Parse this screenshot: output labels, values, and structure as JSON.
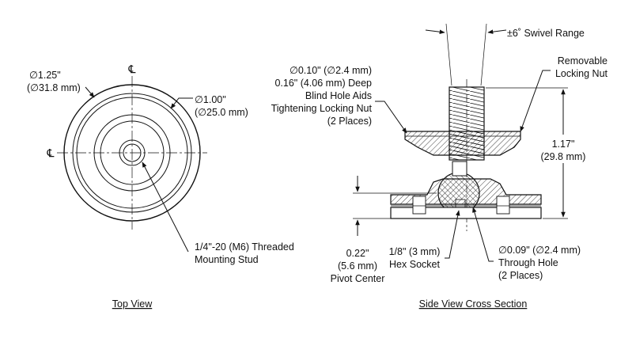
{
  "top_view": {
    "title": "Top View",
    "centerline_symbol": "℄",
    "dia_outer_in": "∅1.25\"",
    "dia_outer_mm": "(∅31.8 mm)",
    "dia_inner_in": "∅1.00\"",
    "dia_inner_mm": "(∅25.0 mm)",
    "stud_line1": "1/4\"-20 (M6) Threaded",
    "stud_line2": "Mounting Stud"
  },
  "side_view": {
    "title": "Side View Cross Section",
    "swivel": "±6˚ Swivel Range",
    "nut_line1": "Removable",
    "nut_line2": "Locking Nut",
    "hole_line1": "∅0.10\" (∅2.4 mm)",
    "hole_line2": "0.16\" (4.06 mm) Deep",
    "hole_line3": "Blind Hole Aids",
    "hole_line4": "Tightening Locking Nut",
    "hole_line5": "(2 Places)",
    "height_in": "1.17\"",
    "height_mm": "(29.8 mm)",
    "pivot_line1": "0.22\"",
    "pivot_line2": "(5.6 mm)",
    "pivot_line3": "Pivot Center",
    "hex_line1": "1/8\" (3 mm)",
    "hex_line2": "Hex Socket",
    "through_line1": "∅0.09\" (∅2.4 mm)",
    "through_line2": "Through Hole",
    "through_line3": "(2 Places)"
  }
}
